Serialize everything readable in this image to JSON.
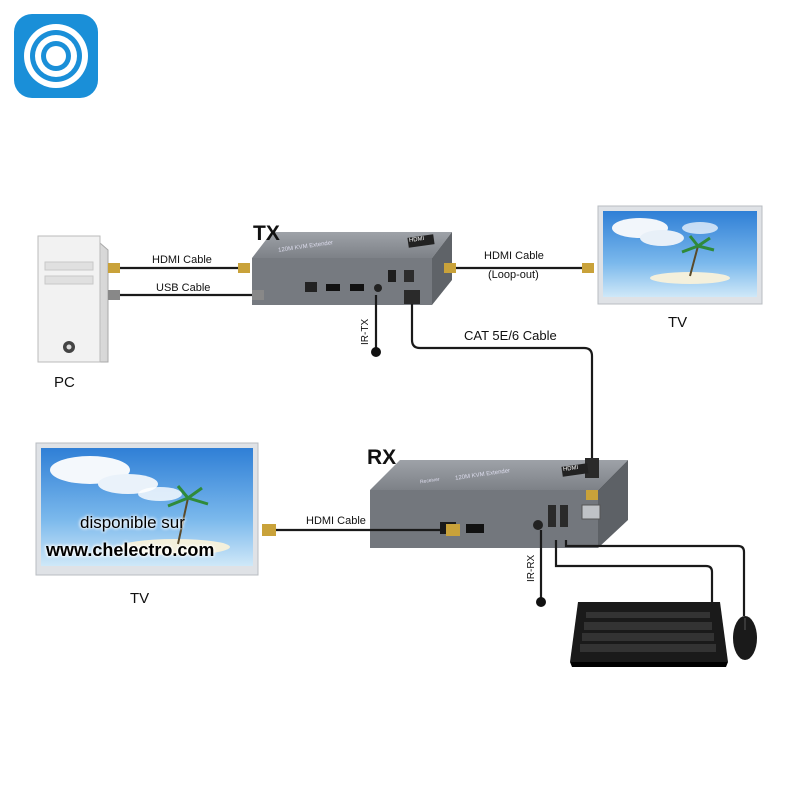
{
  "colors": {
    "logo_blue": "#1a8fd8",
    "cable": "#1a1a1a",
    "device": "#8c9097",
    "sky": "#3f8ee0"
  },
  "icons": {
    "logo": "concentric-rings-icon"
  },
  "tx": {
    "title": "TX",
    "device_label": "120M KVM Extender",
    "port_badge": "HDMI",
    "ir_label": "IR-TX"
  },
  "rx": {
    "title": "RX",
    "device_label": "120M KVM Extender",
    "device_sub": "Receiver",
    "port_badge": "HDMI",
    "ir_label": "IR-RX"
  },
  "cables": {
    "tx_hdmi": "HDMI Cable",
    "tx_usb": "USB Cable",
    "loop_hdmi": "HDMI Cable",
    "loop_note": "(Loop-out)",
    "cat": "CAT 5E/6 Cable",
    "rx_hdmi": "HDMI Cable"
  },
  "devices": {
    "pc": "PC",
    "tv_top": "TV",
    "tv_bottom": "TV"
  },
  "overlay": {
    "line1": "disponible sur",
    "line2": "www.chelectro.com"
  }
}
